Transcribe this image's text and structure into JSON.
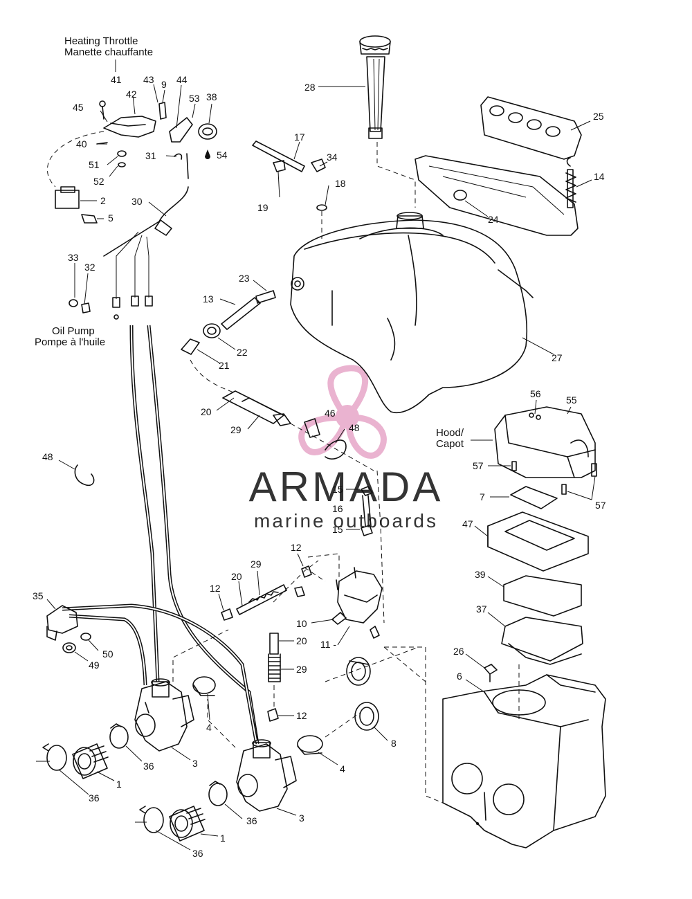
{
  "watermark": {
    "brand": "ARMADA",
    "tagline": "marine outboards",
    "brand_color": "#6b6b6b",
    "accent_color": "#e7a6c8"
  },
  "captions": {
    "heating_en": "Heating Throttle",
    "heating_fr": "Manette chauffante",
    "oil_en": "Oil Pump",
    "oil_fr": "Pompe à l'huile",
    "hood_en": "Hood/",
    "hood_fr": "Capot"
  },
  "callouts": {
    "c41": "41",
    "c42": "42",
    "c43": "43",
    "c9": "9",
    "c44": "44",
    "c53": "53",
    "c38": "38",
    "c45": "45",
    "c40": "40",
    "c51": "51",
    "c52": "52",
    "c31": "31",
    "c54": "54",
    "c2": "2",
    "c5": "5",
    "c30": "30",
    "c33": "33",
    "c32": "32",
    "c28": "28",
    "c25": "25",
    "c17": "17",
    "c34": "34",
    "c18": "18",
    "c19": "19",
    "c14": "14",
    "c24": "24",
    "c23": "23",
    "c13": "13",
    "c22": "22",
    "c21": "21",
    "c27": "27",
    "c20a": "20",
    "c29a": "29",
    "c46": "46",
    "c48a": "48",
    "c56": "56",
    "c55": "55",
    "c57a": "57",
    "c57b": "57",
    "c48b": "48",
    "c15a": "15",
    "c16": "16",
    "c15b": "15",
    "c7": "7",
    "c47": "47",
    "c12a": "12",
    "c29b": "29",
    "c20b": "20",
    "c12b": "12",
    "c39": "39",
    "c35": "35",
    "c10": "10",
    "c11": "11 -",
    "c37": "37",
    "c20c": "20",
    "c50": "50",
    "c49": "49",
    "c29c": "29",
    "c26": "26",
    "c6": "6",
    "c12c": "12",
    "c4a": "4",
    "c8": "8",
    "c3a": "3",
    "c4b": "4",
    "c36a": "36",
    "c1a": "1",
    "c36b": "36",
    "c36c": "36",
    "c3b": "3",
    "c1b": "1",
    "c36d": "36"
  }
}
